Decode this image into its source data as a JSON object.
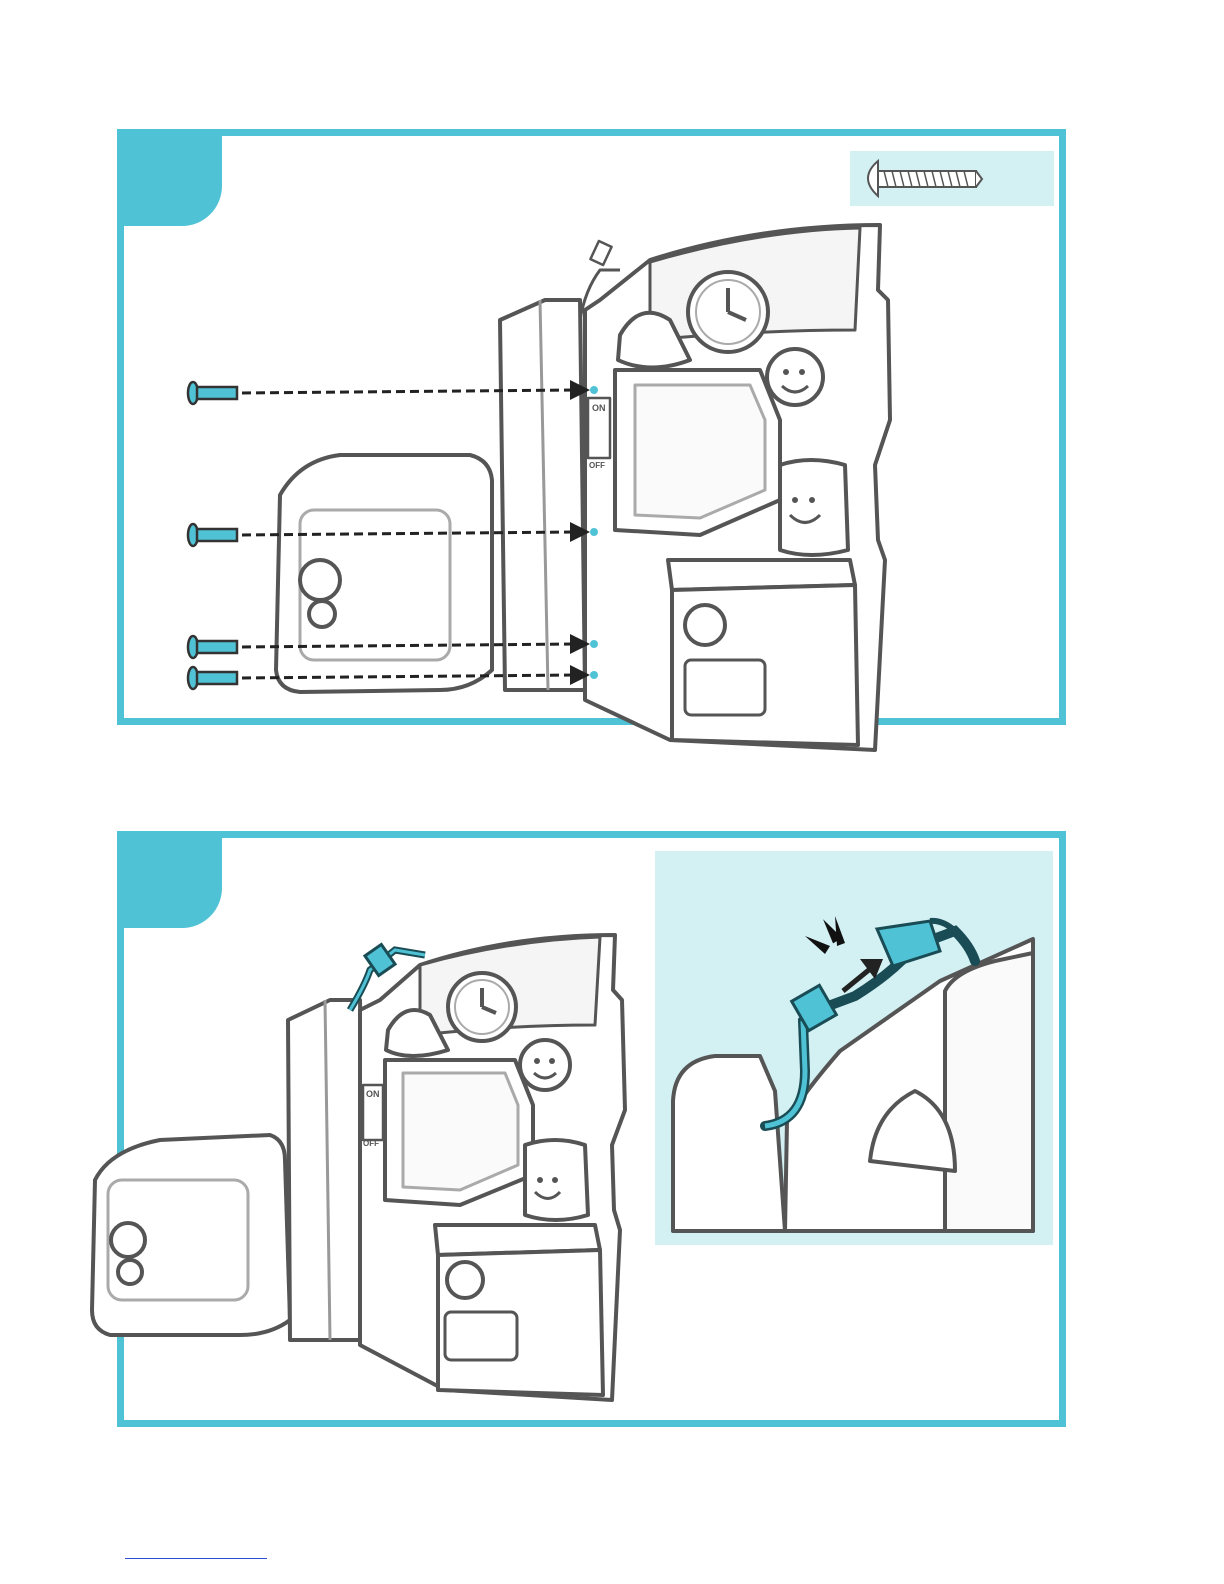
{
  "steps": [
    {
      "hardware_icon": "screw-icon",
      "screw_count": 4,
      "switch_labels": {
        "on": "ON",
        "off": "OFF"
      }
    },
    {
      "inset": {
        "connector_icon": "cable-connector-icon",
        "arrow_icon": "arrow-icon",
        "click_icon": "click-marks-icon"
      },
      "switch_labels": {
        "on": "ON",
        "off": "OFF"
      }
    }
  ],
  "colors": {
    "accent": "#4fc3d5",
    "inset_bg": "#d3f0f3",
    "outline": "#555555"
  }
}
